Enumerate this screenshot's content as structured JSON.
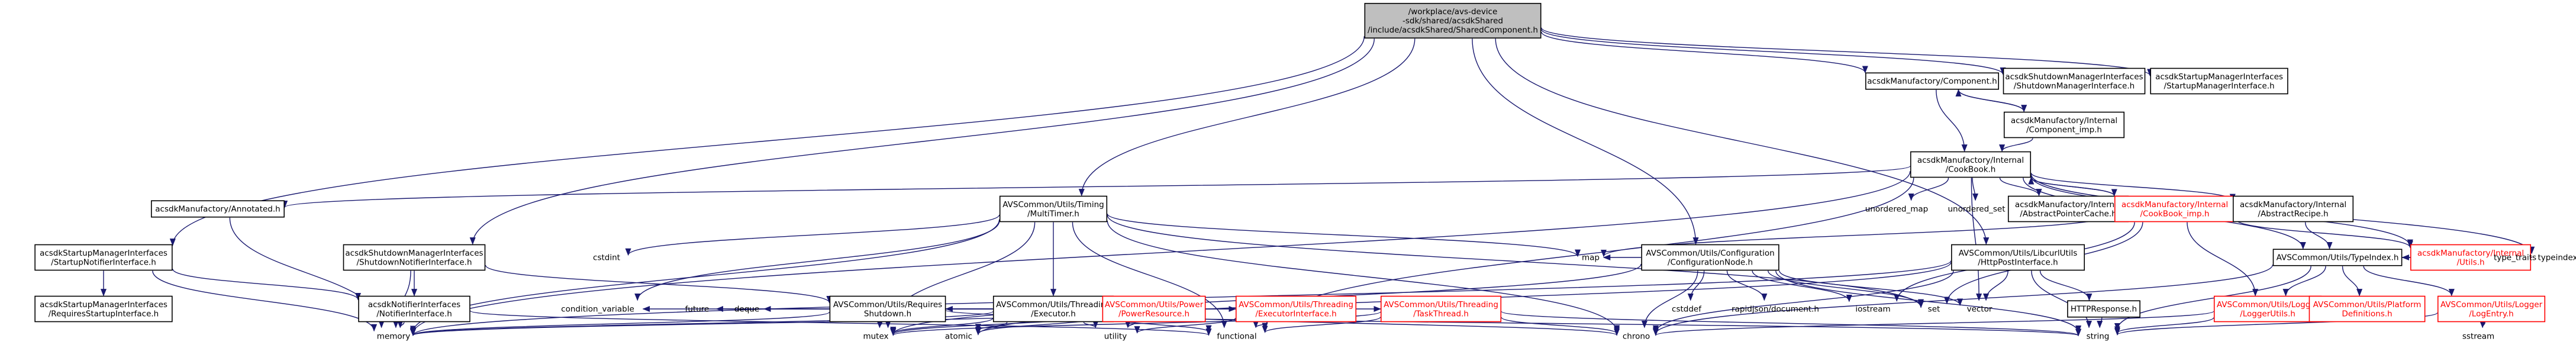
{
  "graph": {
    "nodes": [
      {
        "id": "root",
        "lines": [
          "/workplace/avs-device",
          "-sdk/shared/acsdkShared",
          "/include/acsdkShared/SharedComponent.h"
        ],
        "style": "root"
      },
      {
        "id": "component",
        "lines": [
          "acsdkManufactory/Component.h"
        ],
        "style": "normal"
      },
      {
        "id": "shutdown_mgr",
        "lines": [
          "acsdkShutdownManagerInterfaces",
          "/ShutdownManagerInterface.h"
        ],
        "style": "normal"
      },
      {
        "id": "startup_mgr",
        "lines": [
          "acsdkStartupManagerInterfaces",
          "/StartupManagerInterface.h"
        ],
        "style": "normal"
      },
      {
        "id": "component_imp",
        "lines": [
          "acsdkManufactory/Internal",
          "/Component_imp.h"
        ],
        "style": "normal"
      },
      {
        "id": "cookbook",
        "lines": [
          "acsdkManufactory/Internal",
          "/CookBook.h"
        ],
        "style": "normal"
      },
      {
        "id": "annotated",
        "lines": [
          "acsdkManufactory/Annotated.h"
        ],
        "style": "normal"
      },
      {
        "id": "multitimer",
        "lines": [
          "AVSCommon/Utils/Timing",
          "/MultiTimer.h"
        ],
        "style": "normal"
      },
      {
        "id": "unordered_map",
        "lines": [
          "unordered_map"
        ],
        "style": "plain"
      },
      {
        "id": "unordered_set",
        "lines": [
          "unordered_set"
        ],
        "style": "plain"
      },
      {
        "id": "abstract_ptr_cache",
        "lines": [
          "acsdkManufactory/Internal",
          "/AbstractPointerCache.h"
        ],
        "style": "normal"
      },
      {
        "id": "cookbook_imp",
        "lines": [
          "acsdkManufactory/Internal",
          "/CookBook_imp.h"
        ],
        "style": "red"
      },
      {
        "id": "abstract_recipe",
        "lines": [
          "acsdkManufactory/Internal",
          "/AbstractRecipe.h"
        ],
        "style": "normal"
      },
      {
        "id": "utils_h",
        "lines": [
          "acsdkManufactory/Internal",
          "/Utils.h"
        ],
        "style": "red"
      },
      {
        "id": "startup_notifier",
        "lines": [
          "acsdkStartupManagerInterfaces",
          "/StartupNotifierInterface.h"
        ],
        "style": "normal"
      },
      {
        "id": "shutdown_notifier",
        "lines": [
          "acsdkShutdownManagerInterfaces",
          "/ShutdownNotifierInterface.h"
        ],
        "style": "normal"
      },
      {
        "id": "cstdint",
        "lines": [
          "cstdint"
        ],
        "style": "plain"
      },
      {
        "id": "config_node",
        "lines": [
          "AVSCommon/Utils/Configuration",
          "/ConfigurationNode.h"
        ],
        "style": "normal"
      },
      {
        "id": "map",
        "lines": [
          "map"
        ],
        "style": "plain"
      },
      {
        "id": "http_post",
        "lines": [
          "AVSCommon/Utils/LibcurlUtils",
          "/HttpPostInterface.h"
        ],
        "style": "normal"
      },
      {
        "id": "typeindex_h",
        "lines": [
          "AVSCommon/Utils/TypeIndex.h"
        ],
        "style": "normal"
      },
      {
        "id": "requires_startup",
        "lines": [
          "acsdkStartupManagerInterfaces",
          "/RequiresStartupInterface.h"
        ],
        "style": "normal"
      },
      {
        "id": "notifier_iface",
        "lines": [
          "acsdkNotifierInterfaces",
          "/NotifierInterface.h"
        ],
        "style": "normal"
      },
      {
        "id": "executor",
        "lines": [
          "AVSCommon/Utils/Threading",
          "/Executor.h"
        ],
        "style": "normal"
      },
      {
        "id": "condition_variable",
        "lines": [
          "condition_variable"
        ],
        "style": "plain"
      },
      {
        "id": "future",
        "lines": [
          "future"
        ],
        "style": "plain"
      },
      {
        "id": "deque",
        "lines": [
          "deque"
        ],
        "style": "plain"
      },
      {
        "id": "requires_shutdown",
        "lines": [
          "AVSCommon/Utils/Requires",
          "Shutdown.h"
        ],
        "style": "normal"
      },
      {
        "id": "power_resource",
        "lines": [
          "AVSCommon/Utils/Power",
          "/PowerResource.h"
        ],
        "style": "red"
      },
      {
        "id": "executor_iface",
        "lines": [
          "AVSCommon/Utils/Threading",
          "/ExecutorInterface.h"
        ],
        "style": "red"
      },
      {
        "id": "task_thread",
        "lines": [
          "AVSCommon/Utils/Threading",
          "/TaskThread.h"
        ],
        "style": "red"
      },
      {
        "id": "cstddef",
        "lines": [
          "cstddef"
        ],
        "style": "plain"
      },
      {
        "id": "rapidjson",
        "lines": [
          "rapidjson/document.h"
        ],
        "style": "plain"
      },
      {
        "id": "iostream",
        "lines": [
          "iostream"
        ],
        "style": "plain"
      },
      {
        "id": "set",
        "lines": [
          "set"
        ],
        "style": "plain"
      },
      {
        "id": "vector",
        "lines": [
          "vector"
        ],
        "style": "plain"
      },
      {
        "id": "http_response",
        "lines": [
          "HTTPResponse.h"
        ],
        "style": "normal"
      },
      {
        "id": "logger_utils",
        "lines": [
          "AVSCommon/Utils/Logger",
          "/LoggerUtils.h"
        ],
        "style": "red"
      },
      {
        "id": "platform_defs",
        "lines": [
          "AVSCommon/Utils/Platform",
          "Definitions.h"
        ],
        "style": "red"
      },
      {
        "id": "log_entry",
        "lines": [
          "AVSCommon/Utils/Logger",
          "/LogEntry.h"
        ],
        "style": "red"
      },
      {
        "id": "type_traits",
        "lines": [
          "type_traits"
        ],
        "style": "plain"
      },
      {
        "id": "typeindex",
        "lines": [
          "typeindex"
        ],
        "style": "plain"
      },
      {
        "id": "memory",
        "lines": [
          "memory"
        ],
        "style": "plain"
      },
      {
        "id": "mutex",
        "lines": [
          "mutex"
        ],
        "style": "plain"
      },
      {
        "id": "atomic",
        "lines": [
          "atomic"
        ],
        "style": "plain"
      },
      {
        "id": "utility",
        "lines": [
          "utility"
        ],
        "style": "plain"
      },
      {
        "id": "functional",
        "lines": [
          "functional"
        ],
        "style": "plain"
      },
      {
        "id": "chrono",
        "lines": [
          "chrono"
        ],
        "style": "plain"
      },
      {
        "id": "string",
        "lines": [
          "string"
        ],
        "style": "plain"
      },
      {
        "id": "sstream",
        "lines": [
          "sstream"
        ],
        "style": "plain"
      }
    ],
    "edges": [
      [
        "root",
        "component"
      ],
      [
        "root",
        "shutdown_mgr"
      ],
      [
        "root",
        "startup_mgr"
      ],
      [
        "root",
        "startup_notifier"
      ],
      [
        "root",
        "shutdown_notifier"
      ],
      [
        "root",
        "multitimer"
      ],
      [
        "root",
        "config_node"
      ],
      [
        "root",
        "http_post"
      ],
      [
        "component",
        "cookbook"
      ],
      [
        "component",
        "component_imp"
      ],
      [
        "component_imp",
        "component"
      ],
      [
        "component_imp",
        "cookbook"
      ],
      [
        "cookbook",
        "annotated"
      ],
      [
        "cookbook",
        "unordered_map"
      ],
      [
        "cookbook",
        "unordered_set"
      ],
      [
        "cookbook",
        "abstract_ptr_cache"
      ],
      [
        "cookbook",
        "cookbook_imp"
      ],
      [
        "cookbook",
        "abstract_recipe"
      ],
      [
        "cookbook",
        "utils_h"
      ],
      [
        "cookbook",
        "typeindex_h"
      ],
      [
        "cookbook",
        "memory"
      ],
      [
        "cookbook",
        "functional"
      ],
      [
        "cookbook",
        "vector"
      ],
      [
        "cookbook",
        "typeindex"
      ],
      [
        "cookbook_imp",
        "cookbook"
      ],
      [
        "cookbook_imp",
        "map"
      ],
      [
        "cookbook_imp",
        "iostream"
      ],
      [
        "cookbook_imp",
        "set"
      ],
      [
        "cookbook_imp",
        "logger_utils"
      ],
      [
        "cookbook_imp",
        "utils_h"
      ],
      [
        "abstract_recipe",
        "typeindex_h"
      ],
      [
        "utils_h",
        "typeindex_h"
      ],
      [
        "utils_h",
        "type_traits"
      ],
      [
        "typeindex_h",
        "logger_utils"
      ],
      [
        "typeindex_h",
        "platform_defs"
      ],
      [
        "typeindex_h",
        "log_entry"
      ],
      [
        "typeindex_h",
        "type_traits"
      ],
      [
        "typeindex_h",
        "typeindex"
      ],
      [
        "typeindex_h",
        "string"
      ],
      [
        "typeindex_h",
        "chrono"
      ],
      [
        "log_entry",
        "sstream"
      ],
      [
        "log_entry",
        "string"
      ],
      [
        "logger_utils",
        "chrono"
      ],
      [
        "logger_utils",
        "string"
      ],
      [
        "annotated",
        "memory"
      ],
      [
        "startup_notifier",
        "requires_startup"
      ],
      [
        "startup_notifier",
        "notifier_iface"
      ],
      [
        "startup_notifier",
        "memory"
      ],
      [
        "shutdown_notifier",
        "notifier_iface"
      ],
      [
        "shutdown_notifier",
        "requires_shutdown"
      ],
      [
        "shutdown_notifier",
        "memory"
      ],
      [
        "notifier_iface",
        "memory"
      ],
      [
        "notifier_iface",
        "functional"
      ],
      [
        "multitimer",
        "cstdint"
      ],
      [
        "multitimer",
        "executor"
      ],
      [
        "multitimer",
        "map"
      ],
      [
        "multitimer",
        "set"
      ],
      [
        "multitimer",
        "condition_variable"
      ],
      [
        "multitimer",
        "memory"
      ],
      [
        "multitimer",
        "mutex"
      ],
      [
        "multitimer",
        "functional"
      ],
      [
        "multitimer",
        "chrono"
      ],
      [
        "executor",
        "condition_variable"
      ],
      [
        "executor",
        "future"
      ],
      [
        "executor",
        "deque"
      ],
      [
        "executor",
        "requires_shutdown"
      ],
      [
        "executor",
        "power_resource"
      ],
      [
        "executor",
        "executor_iface"
      ],
      [
        "executor",
        "task_thread"
      ],
      [
        "executor",
        "memory"
      ],
      [
        "executor",
        "mutex"
      ],
      [
        "executor",
        "atomic"
      ],
      [
        "executor",
        "utility"
      ],
      [
        "executor",
        "functional"
      ],
      [
        "executor",
        "chrono"
      ],
      [
        "requires_shutdown",
        "memory"
      ],
      [
        "requires_shutdown",
        "mutex"
      ],
      [
        "requires_shutdown",
        "string"
      ],
      [
        "power_resource",
        "memory"
      ],
      [
        "power_resource",
        "mutex"
      ],
      [
        "power_resource",
        "atomic"
      ],
      [
        "power_resource",
        "utility"
      ],
      [
        "executor_iface",
        "functional"
      ],
      [
        "executor_iface",
        "utility"
      ],
      [
        "task_thread",
        "functional"
      ],
      [
        "task_thread",
        "chrono"
      ],
      [
        "task_thread",
        "mutex"
      ],
      [
        "task_thread",
        "string"
      ],
      [
        "config_node",
        "cstddef"
      ],
      [
        "config_node",
        "rapidjson"
      ],
      [
        "config_node",
        "iostream"
      ],
      [
        "config_node",
        "set"
      ],
      [
        "config_node",
        "vector"
      ],
      [
        "config_node",
        "map"
      ],
      [
        "config_node",
        "chrono"
      ],
      [
        "config_node",
        "string"
      ],
      [
        "config_node",
        "mutex"
      ],
      [
        "http_post",
        "http_response"
      ],
      [
        "http_post",
        "vector"
      ],
      [
        "http_post",
        "string"
      ],
      [
        "http_post",
        "chrono"
      ],
      [
        "http_post",
        "atomic"
      ],
      [
        "http_post",
        "memory"
      ],
      [
        "http_response",
        "string"
      ]
    ]
  }
}
